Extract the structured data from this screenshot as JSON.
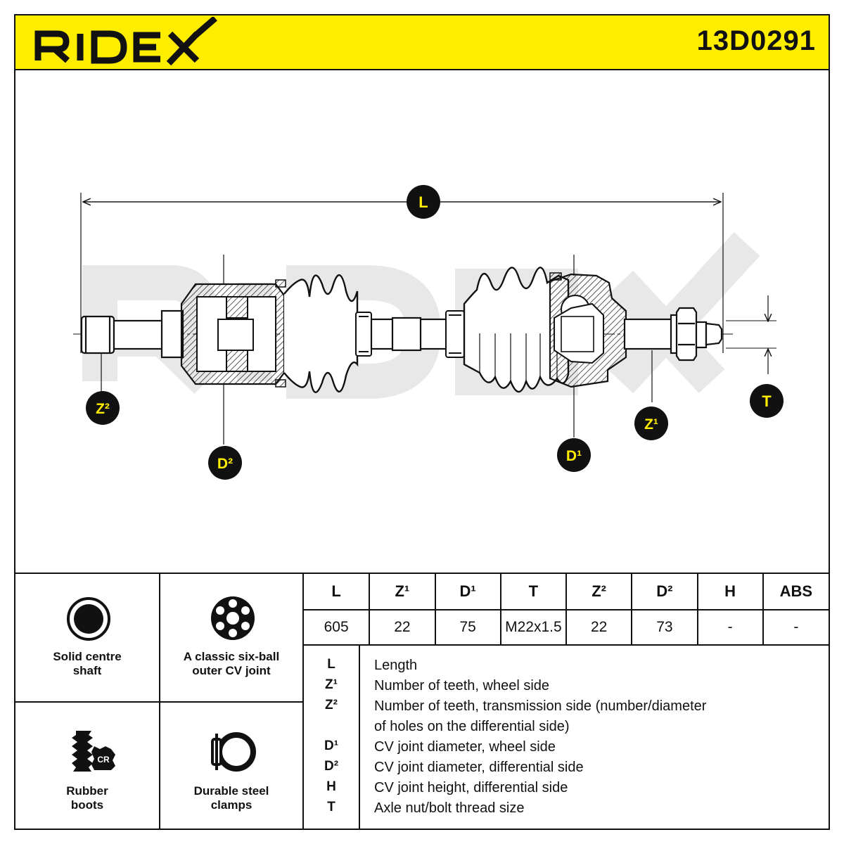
{
  "header": {
    "brand": "RIDEX",
    "part_number": "13D0291"
  },
  "drawing": {
    "watermark": "RIDEX",
    "labels": {
      "L": "L",
      "T": "T",
      "Z1": "Z¹",
      "Z2": "Z²",
      "D1": "D¹",
      "D2": "D²"
    }
  },
  "features": [
    {
      "icon": "solid-shaft-icon",
      "label": "Solid centre shaft"
    },
    {
      "icon": "six-ball-joint-icon",
      "label": "A classic six-ball outer CV joint"
    },
    {
      "icon": "rubber-boot-icon",
      "label": "Rubber boots",
      "badge": "CR"
    },
    {
      "icon": "steel-clamp-icon",
      "label": "Durable steel clamps"
    }
  ],
  "spec_table": {
    "headers": [
      "L",
      "Z¹",
      "D¹",
      "T",
      "Z²",
      "D²",
      "H",
      "ABS"
    ],
    "values": [
      "605",
      "22",
      "75",
      "M22x1.5",
      "22",
      "73",
      "-",
      "-"
    ]
  },
  "legend": [
    {
      "key": "L",
      "text": "Length"
    },
    {
      "key": "Z¹",
      "text": "Number of teeth, wheel side"
    },
    {
      "key": "Z²",
      "text": "Number of teeth, transmission side (number/diameter"
    },
    {
      "key": "",
      "text": "of holes on the differential side)"
    },
    {
      "key": "D¹",
      "text": "CV joint diameter, wheel side"
    },
    {
      "key": "D²",
      "text": "CV joint diameter, differential side"
    },
    {
      "key": "H",
      "text": "CV joint height, differential side"
    },
    {
      "key": "T",
      "text": "Axle nut/bolt thread size"
    }
  ],
  "colors": {
    "brand_yellow": "#ffed00",
    "ink": "#111111",
    "watermark": "#e6e6e6"
  }
}
